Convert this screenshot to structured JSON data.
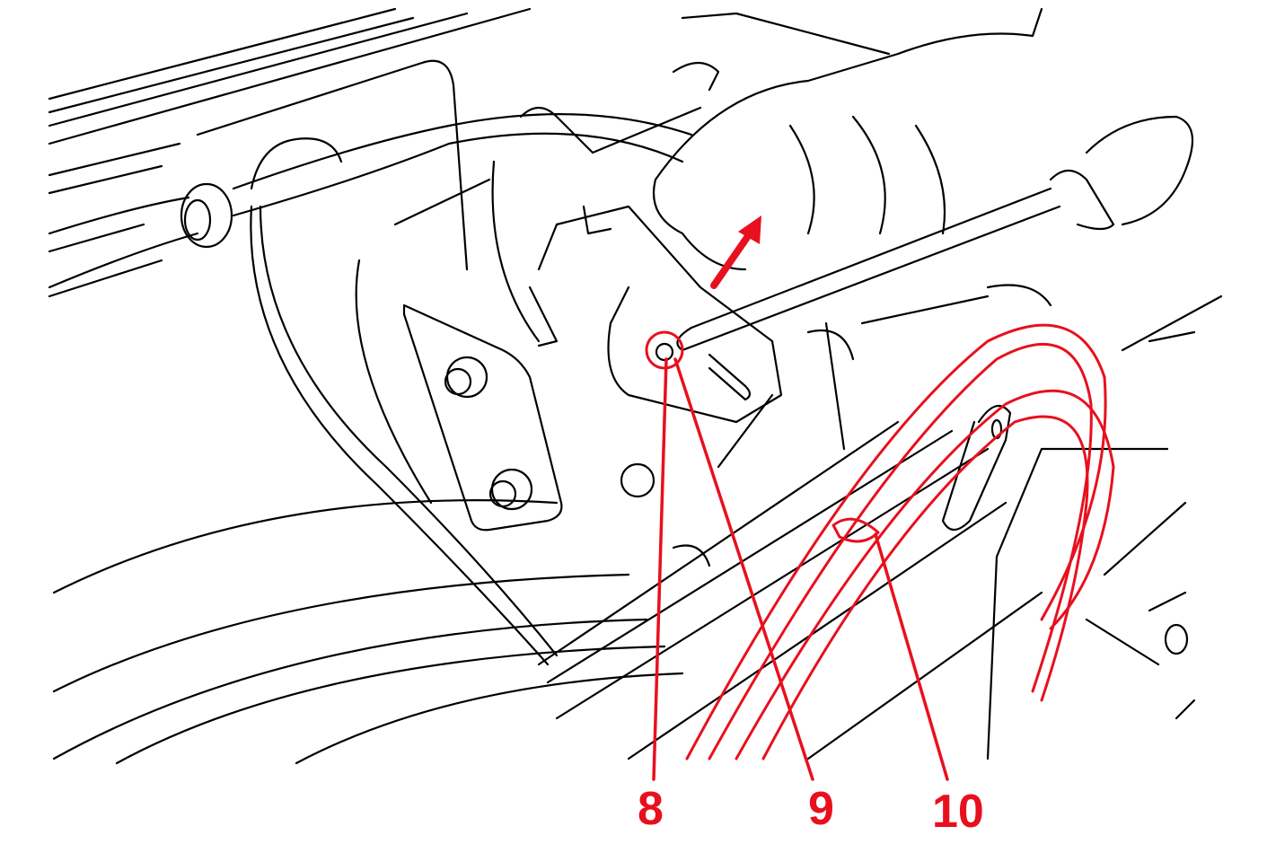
{
  "figure": {
    "callouts": [
      {
        "label": "8"
      },
      {
        "label": "9"
      },
      {
        "label": "10"
      }
    ],
    "accent_color": "#e8101e"
  }
}
